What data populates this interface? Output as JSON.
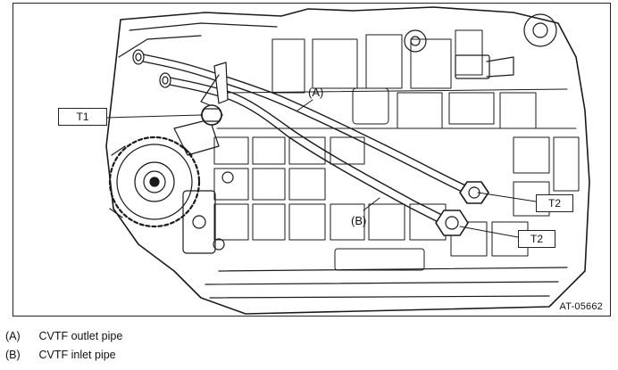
{
  "figure": {
    "id_label": "AT-05662",
    "callouts": {
      "a": "(A)",
      "b": "(B)",
      "t1": "T1",
      "t2_upper": "T2",
      "t2_lower": "T2"
    }
  },
  "legend": [
    {
      "key": "(A)",
      "text": "CVTF outlet pipe"
    },
    {
      "key": "(B)",
      "text": "CVTF inlet pipe"
    }
  ]
}
